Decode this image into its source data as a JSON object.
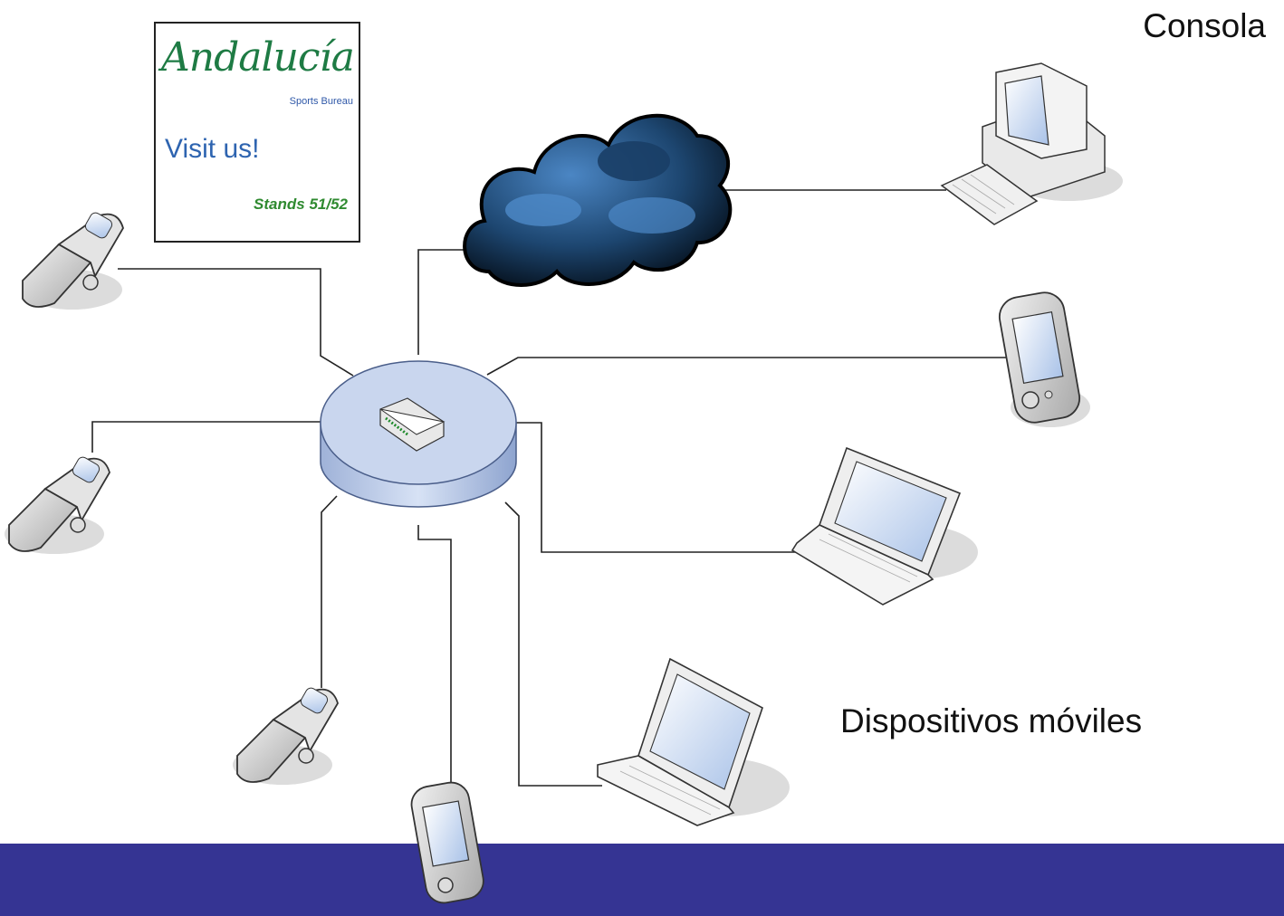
{
  "labels": {
    "console": "Consola",
    "mobile_devices": "Dispositivos móviles"
  },
  "banner": {
    "brand": "Andalucía",
    "subtitle": "Sports Bureau",
    "visit": "Visit us!",
    "stands": "Stands 51/52"
  },
  "colors": {
    "bar": "#353493",
    "hub": "#c9d6ee",
    "cloud": "#26507e",
    "line": "#222222"
  },
  "icons": [
    "router-hub-icon",
    "cloud-icon",
    "desktop-computer-icon",
    "pda-icon",
    "laptop-icon",
    "mobile-phone-icon"
  ]
}
